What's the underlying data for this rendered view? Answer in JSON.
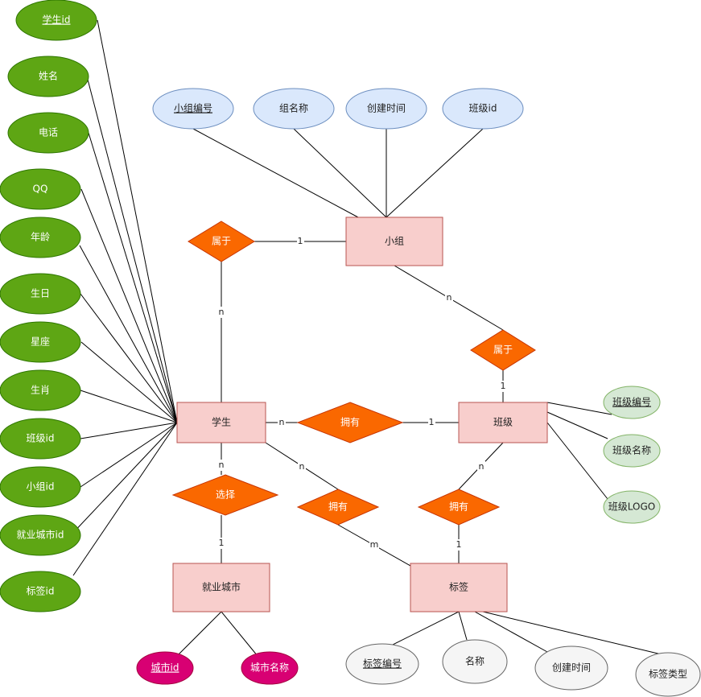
{
  "colors": {
    "green": "#5ea614",
    "green_stroke": "#2d7600",
    "blue_fill": "#dae8fc",
    "blue_stroke": "#6c8ebf",
    "light_green_fill": "#d5e8d4",
    "light_green_stroke": "#82b366",
    "gray_fill": "#f5f5f5",
    "gray_stroke": "#666666",
    "magenta": "#d80073",
    "magenta_stroke": "#a50040",
    "entity_fill": "#f8cecc",
    "entity_stroke": "#b85450",
    "relation_fill": "#fa6800",
    "relation_stroke": "#c73500"
  },
  "entities": {
    "group": "小组",
    "student": "学生",
    "class": "班级",
    "city": "就业城市",
    "tag": "标签"
  },
  "relations": {
    "student_group": "属于",
    "group_class": "属于",
    "student_class": "拥有",
    "student_city": "选择",
    "student_tag": "拥有",
    "class_tag": "拥有"
  },
  "student_attrs": [
    "学生id",
    "姓名",
    "电话",
    "QQ",
    "年龄",
    "生日",
    "星座",
    "生肖",
    "班级id",
    "小组id",
    "就业城市id",
    "标签id"
  ],
  "group_attrs": [
    "小组编号",
    "组名称",
    "创建时间",
    "班级id"
  ],
  "class_attrs": [
    "班级编号",
    "班级名称",
    "班级LOGO"
  ],
  "city_attrs": [
    "城市id",
    "城市名称"
  ],
  "tag_attrs": [
    "标签编号",
    "名称",
    "创建时间",
    "标签类型"
  ],
  "cardinalities": {
    "student_group_student": "n",
    "student_group_group": "1",
    "group_class_group": "n",
    "group_class_class": "1",
    "student_class_student": "n",
    "student_class_class": "1",
    "student_city_student": "n",
    "student_city_city": "1",
    "student_tag_student": "n",
    "student_tag_tag": "m",
    "class_tag_class": "n",
    "class_tag_tag": "1"
  }
}
